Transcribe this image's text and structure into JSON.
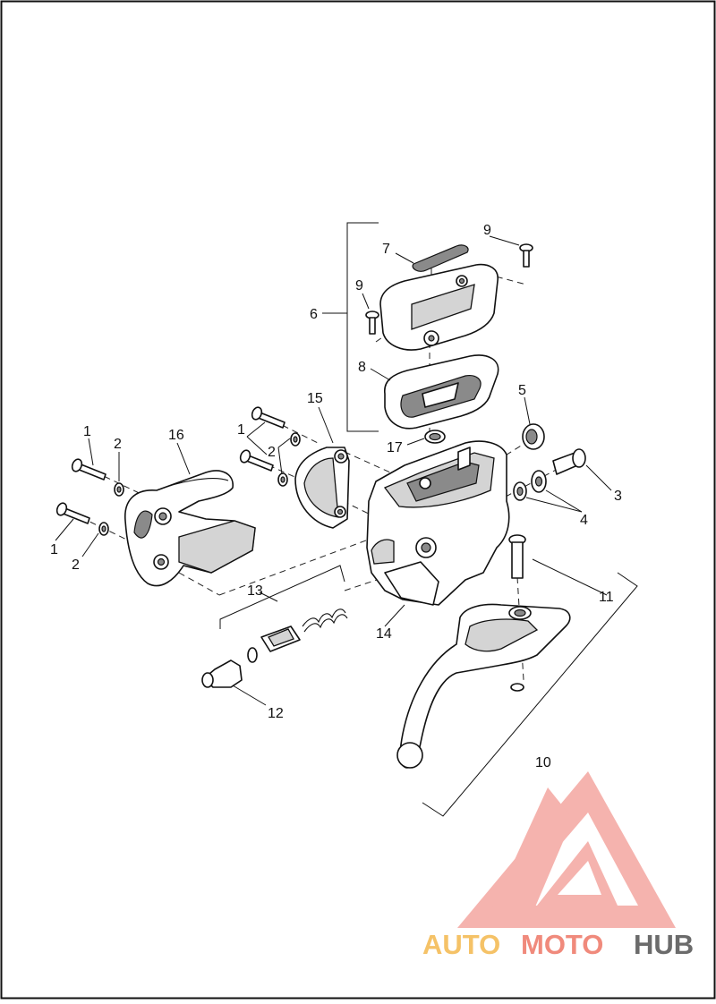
{
  "diagram": {
    "callouts": {
      "c1a": "1",
      "c1b": "1",
      "c1c": "1",
      "c2a": "2",
      "c2b": "2",
      "c2c": "2",
      "c3": "3",
      "c4": "4",
      "c5": "5",
      "c6": "6",
      "c7": "7",
      "c8": "8",
      "c9a": "9",
      "c9b": "9",
      "c10": "10",
      "c11": "11",
      "c12": "12",
      "c13": "13",
      "c14": "14",
      "c15": "15",
      "c16": "16",
      "c17": "17"
    }
  },
  "watermark": {
    "word_1": "AUTO",
    "word_2": "MOTO",
    "word_3": "HUB",
    "color_1": "#f5c267",
    "color_2": "#f08a7c",
    "color_3": "#6b6b6b",
    "logo_color": "#f4a6a0"
  }
}
